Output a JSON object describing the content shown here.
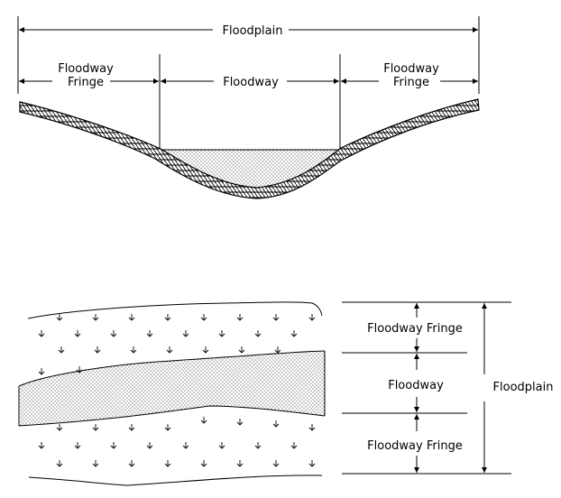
{
  "cross_section": {
    "floodplain_label": "Floodplain",
    "fringe_left_line1": "Floodway",
    "fringe_left_line2": "Fringe",
    "floodway_label": "Floodway",
    "fringe_right_line1": "Floodway",
    "fringe_right_line2": "Fringe"
  },
  "plan_view": {
    "fringe_top_label": "Floodway Fringe",
    "floodway_label": "Floodway",
    "fringe_bottom_label": "Floodway Fringe",
    "floodplain_label": "Floodplain"
  }
}
